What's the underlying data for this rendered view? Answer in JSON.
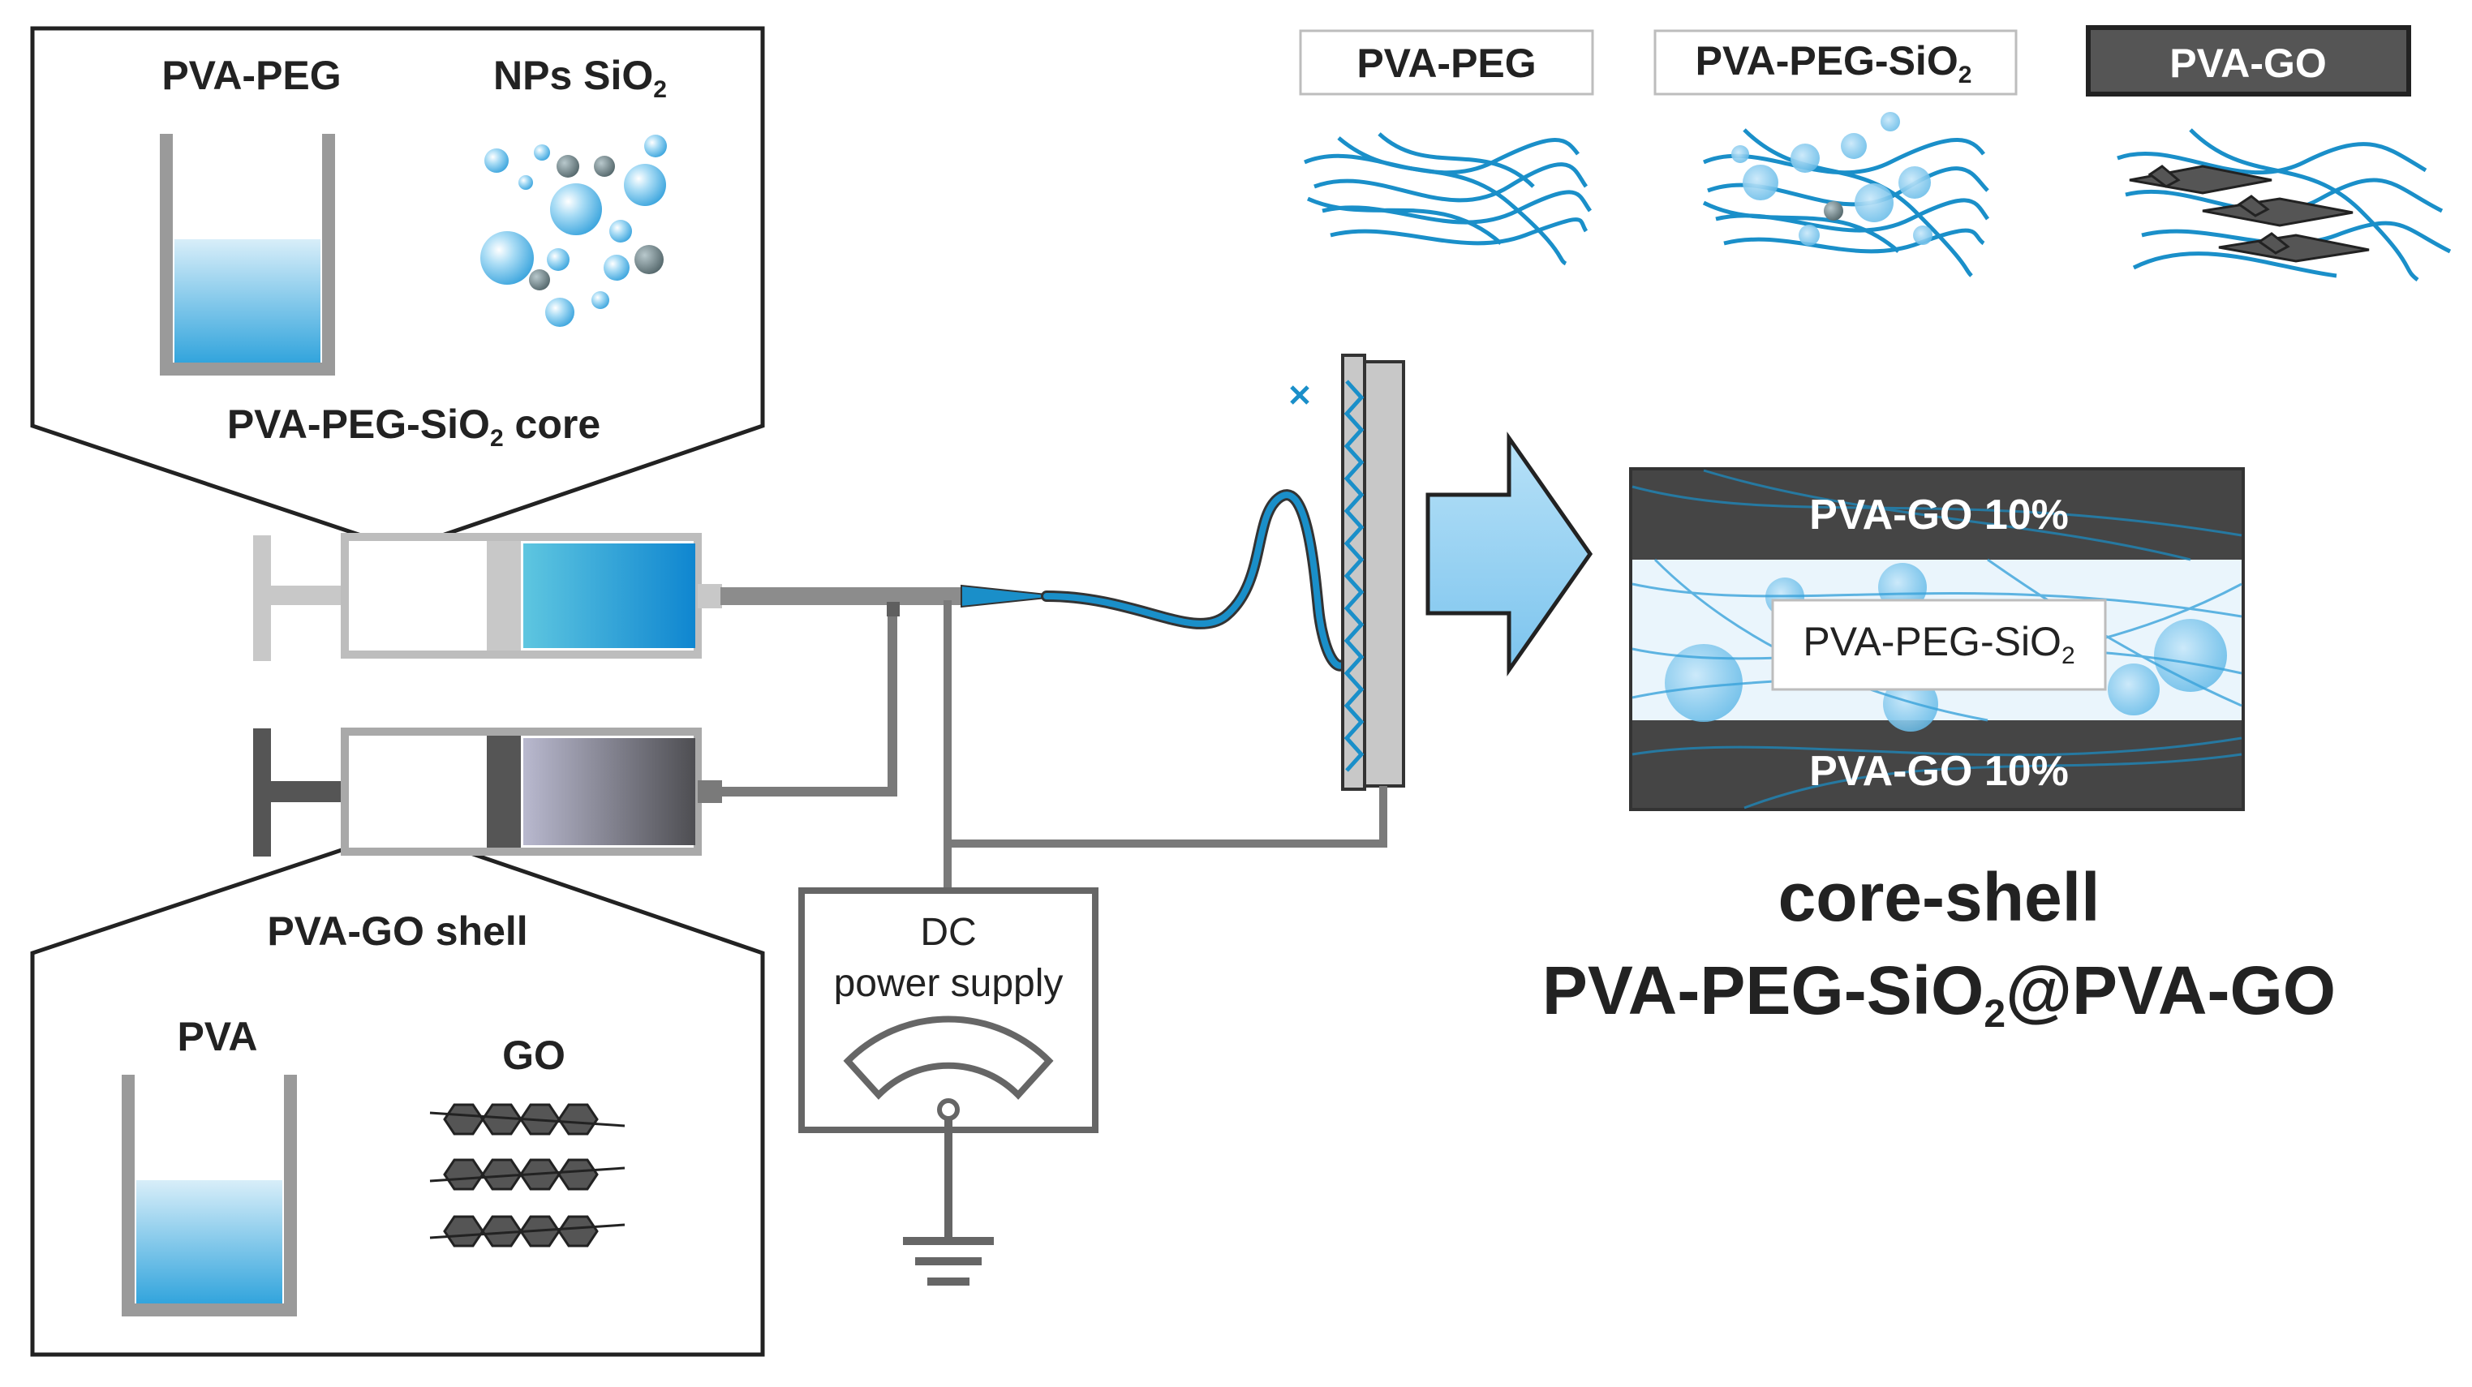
{
  "core_panel": {
    "label_a": "PVA-PEG",
    "label_b_main": "NPs SiO",
    "label_b_sub": "2",
    "caption_a": "PVA-PEG-SiO",
    "caption_sub": "2",
    "caption_b": " core"
  },
  "shell_panel": {
    "caption": "PVA-GO shell",
    "label_a": "PVA",
    "label_b": "GO"
  },
  "power_supply": {
    "line1": "DC",
    "line2": "power supply"
  },
  "legend": {
    "items": [
      {
        "main": "PVA-PEG",
        "sub": ""
      },
      {
        "main": "PVA-PEG-SiO",
        "sub": "2"
      },
      {
        "main": "PVA-GO",
        "sub": ""
      }
    ]
  },
  "structure": {
    "top_layer": "PVA-GO 10%",
    "middle_main": "PVA-PEG-SiO",
    "middle_sub": "2",
    "bottom_layer": "PVA-GO 10%"
  },
  "result": {
    "line1": "core-shell",
    "line2_a": "PVA-PEG-SiO",
    "line2_sub": "2",
    "line2_b": "@PVA-GO"
  },
  "colors": {
    "fiber": "#1a8fc9",
    "dark_layer": "#3f3f3f",
    "light_blue": "#9fd3f0",
    "gray": "#8c8c8c"
  }
}
